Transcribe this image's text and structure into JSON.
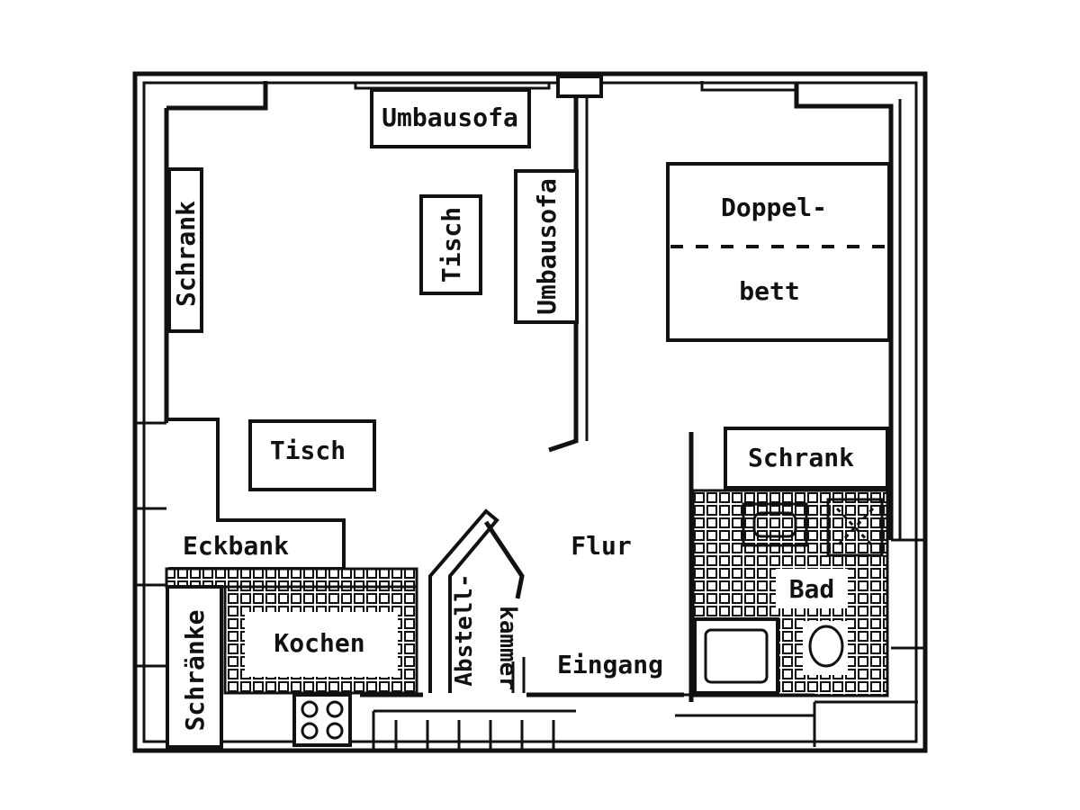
{
  "labels": {
    "umbausofa_top": "Umbausofa",
    "umbausofa_side": "Umbausofa",
    "tisch_vertical": "Tisch",
    "tisch_horizontal": "Tisch",
    "schrank_left": "Schrank",
    "schrank_right": "Schrank",
    "doppelbett_line1": "Doppel-",
    "doppelbett_line2": "bett",
    "eckbank": "Eckbank",
    "flur": "Flur",
    "bad": "Bad",
    "kochen": "Kochen",
    "schraenke": "Schränke",
    "abstellkammer_line1": "Abstell-",
    "abstellkammer_line2": "kammer",
    "eingang": "Eingang"
  },
  "colors": {
    "line": "#111111",
    "background": "#ffffff"
  }
}
